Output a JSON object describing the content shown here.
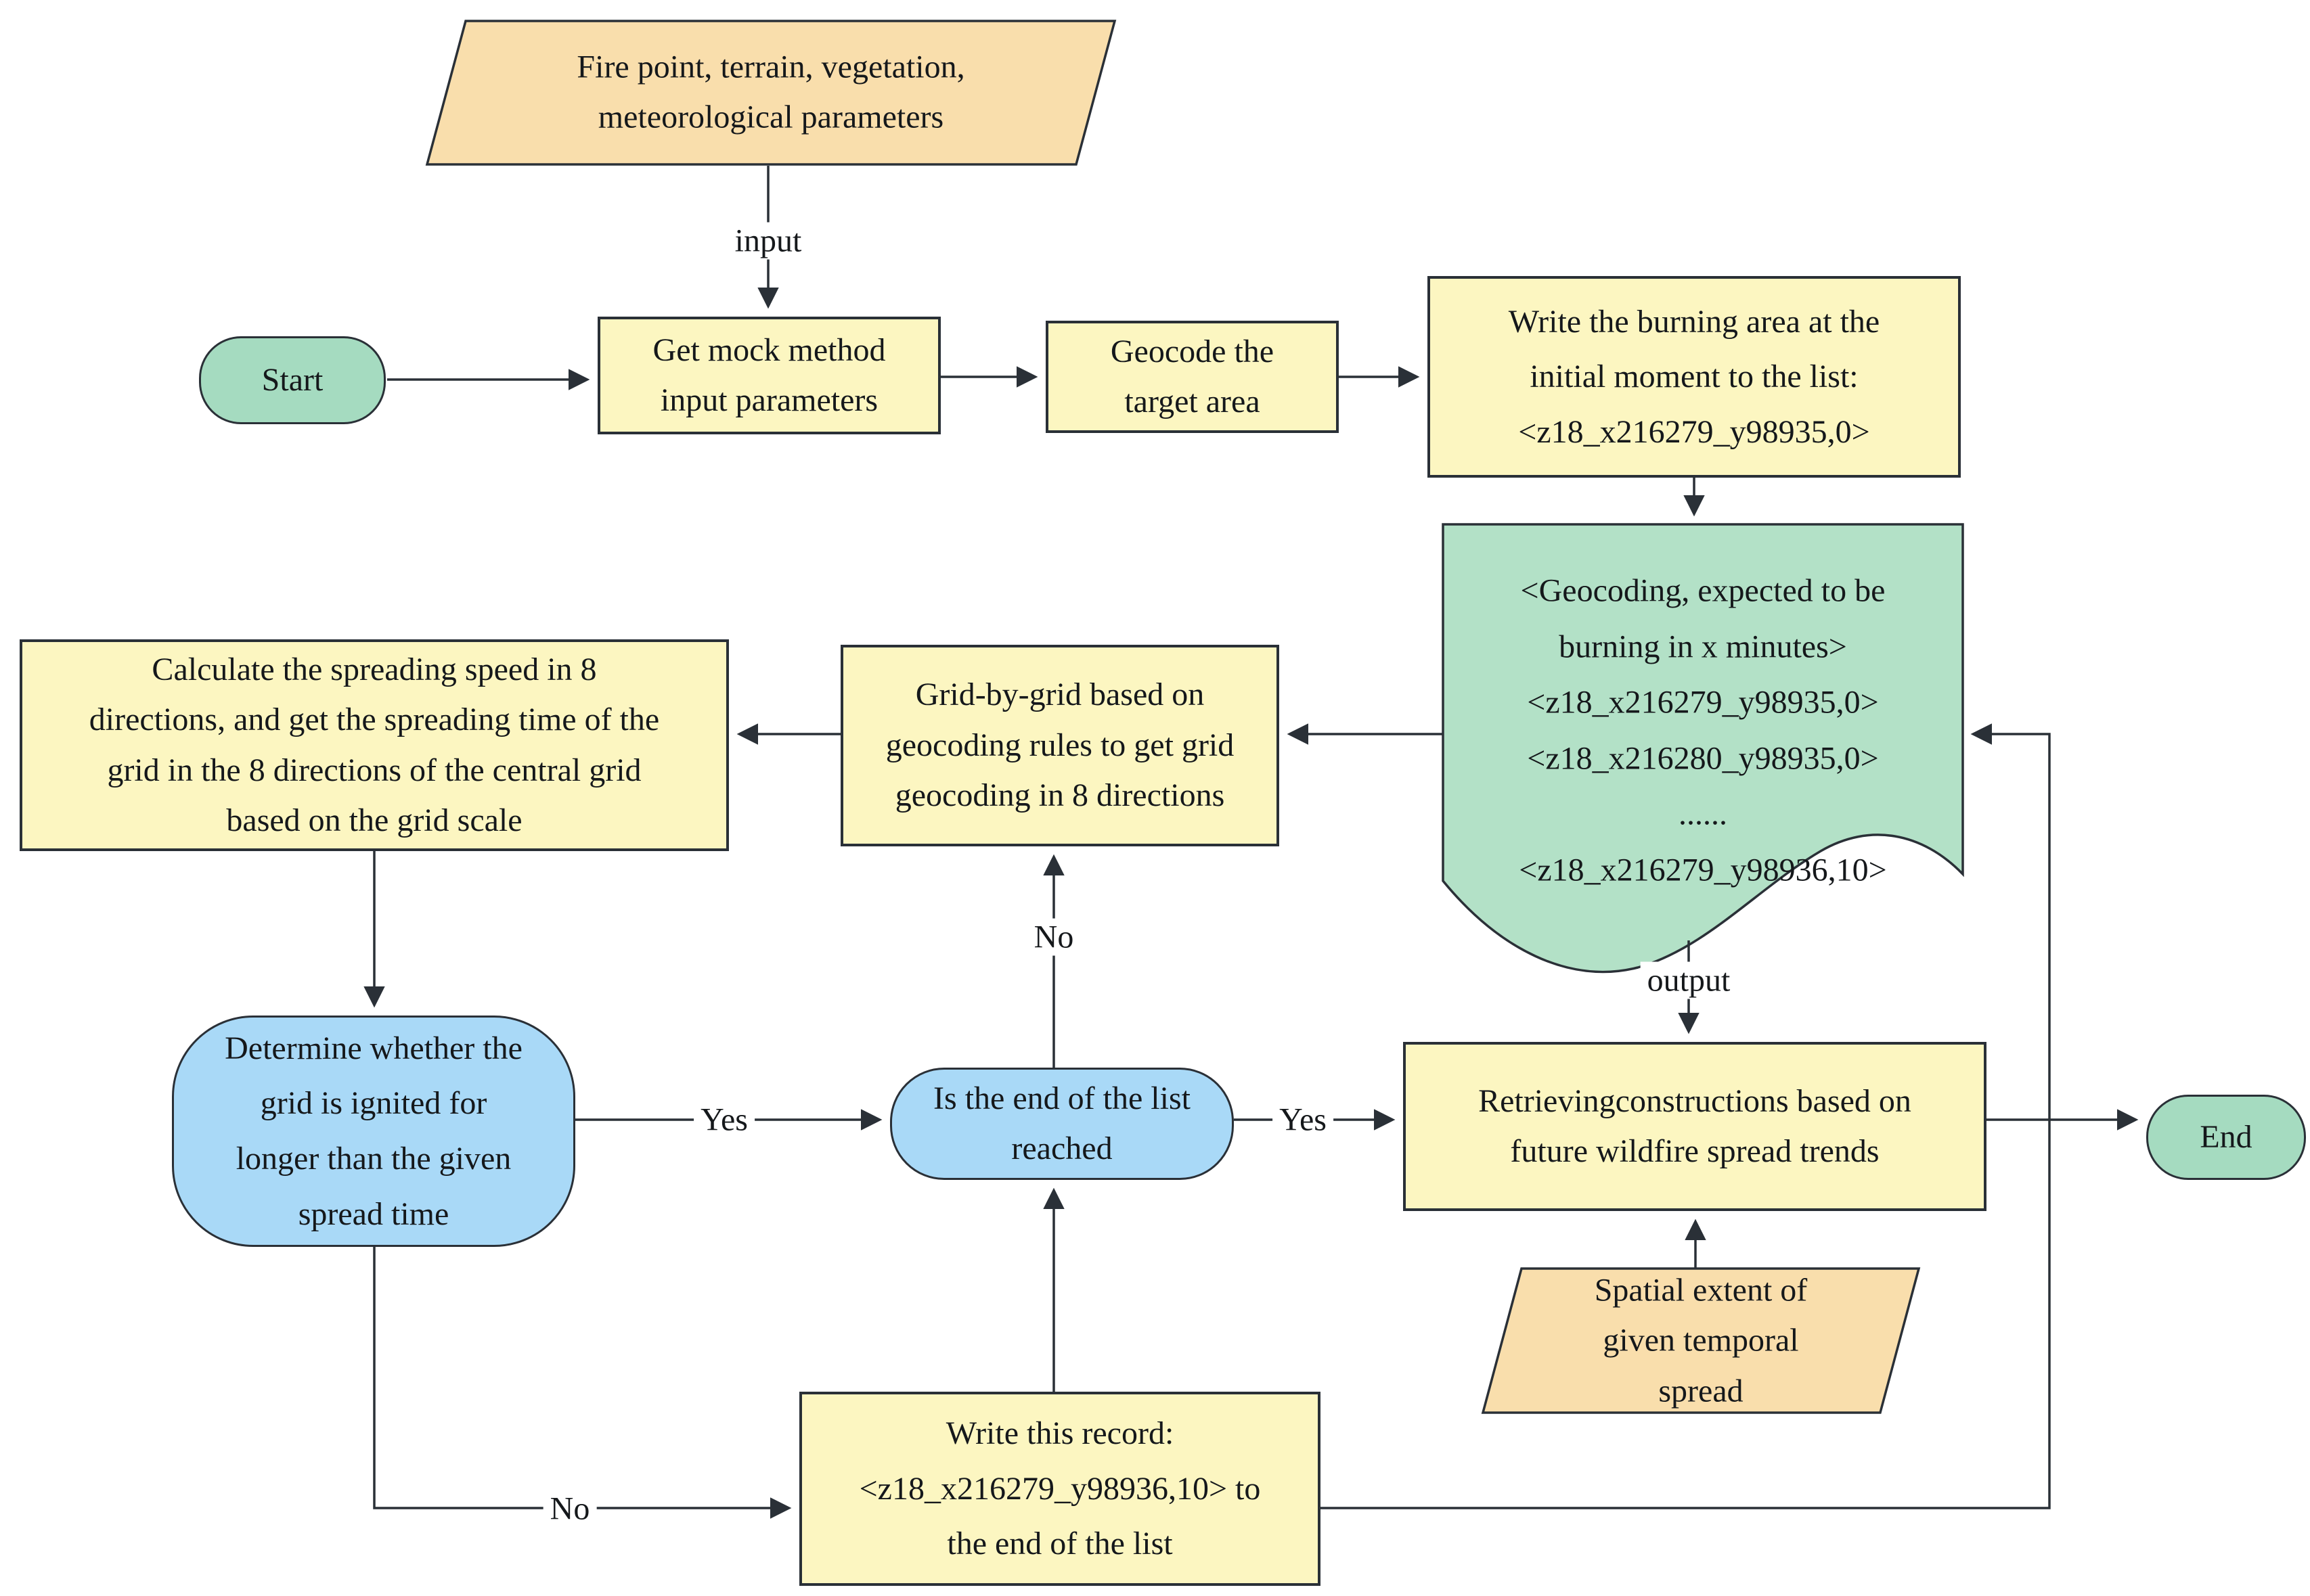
{
  "nodes": {
    "fire_params": {
      "label": "Fire point, terrain, vegetation,\nmeteorological parameters"
    },
    "start": {
      "label": "Start"
    },
    "get_mock": {
      "label": "Get mock method\ninput parameters"
    },
    "geocode": {
      "label": "Geocode the\ntarget area"
    },
    "write_burning": {
      "label": "Write the burning area at the\ninitial moment to the list:\n<z18_x216279_y98935,0>"
    },
    "geocoding_list": {
      "label": "<Geocoding, expected to be\nburning in x minutes>\n<z18_x216279_y98935,0>\n<z18_x216280_y98935,0>\n......\n<z18_x216279_y98936,10>"
    },
    "grid8": {
      "label": "Grid-by-grid based on\ngeocoding rules to get grid\ngeocoding in 8 directions"
    },
    "calculate": {
      "label": "Calculate the spreading speed in 8\ndirections, and get the spreading time of the\ngrid in the 8 directions of the central grid\nbased on the grid scale"
    },
    "determine": {
      "label": "Determine whether the\ngrid is ignited for\nlonger than the given\nspread time"
    },
    "is_end": {
      "label": "Is the end of the list\nreached"
    },
    "retrieving": {
      "label": "Retrievingconstructions based on\nfuture wildfire spread trends"
    },
    "end": {
      "label": "End"
    },
    "spatial": {
      "label": "Spatial extent of\ngiven temporal\nspread"
    },
    "write_record": {
      "label": "Write this record:\n<z18_x216279_y98936,10> to\nthe end of the list"
    }
  },
  "edge_labels": {
    "input": "input",
    "output": "output",
    "yes_determine": "Yes",
    "yes_is_end": "Yes",
    "no_is_end": "No",
    "no_determine": "No"
  },
  "colors": {
    "process": "#fcf6c1",
    "terminal": "#a5dbc0",
    "decision": "#a9d9f7",
    "io": "#f9deac",
    "document": "#b3e1c7",
    "line": "#2a3037"
  }
}
